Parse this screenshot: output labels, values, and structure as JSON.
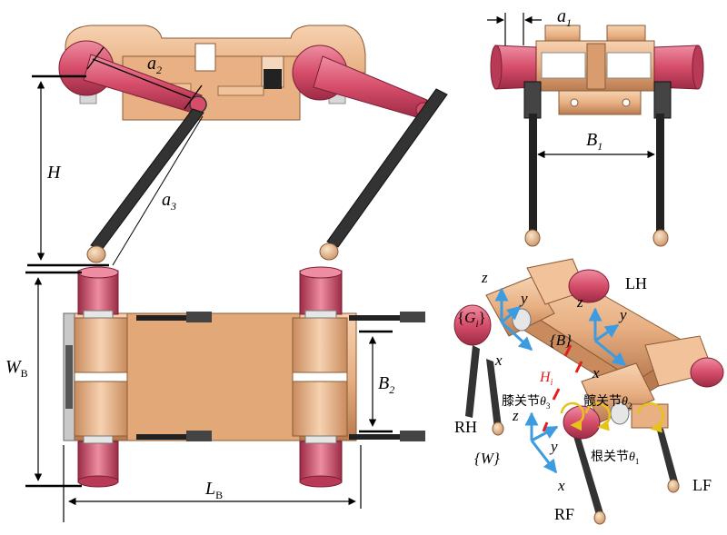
{
  "colors": {
    "body": "#e8b083",
    "body_dark": "#b97a50",
    "body_light": "#f6d2b1",
    "pink": "#d64d6a",
    "pink_dark": "#9c2b45",
    "pink_light": "#ee8da1",
    "leg": "#333333",
    "foot": "#f0c99a",
    "axis_blue": "#3d9be0",
    "red_mark": "#e02020",
    "rot_yellow": "#e6c21a"
  },
  "side_view": {
    "a2": {
      "sym": "a",
      "sub": "2"
    },
    "a3": {
      "sym": "a",
      "sub": "3"
    },
    "H": "H"
  },
  "front_view": {
    "a1": {
      "sym": "a",
      "sub": "1"
    },
    "B1": {
      "sym": "B",
      "sub": "1"
    }
  },
  "top_view": {
    "WB": {
      "sym": "W",
      "sub": "B"
    },
    "B2": {
      "sym": "B",
      "sub": "2"
    },
    "LB": {
      "sym": "L",
      "sub": "B"
    }
  },
  "iso_view": {
    "LH": "LH",
    "RH": "RH",
    "RF": "RF",
    "LF": "LF",
    "frame_G": {
      "sym": "G",
      "sub": "i",
      "open": "{",
      "close": "}"
    },
    "frame_B": "{B}",
    "frame_W": "{W}",
    "H_i": {
      "sym": "H",
      "sub": "i"
    },
    "knee": {
      "text": "膝关节",
      "sym": "θ",
      "sub": "3"
    },
    "hip": {
      "text": "髋关节",
      "sym": "θ",
      "sub": "2"
    },
    "root": {
      "text": "根关节",
      "sym": "θ",
      "sub": "1"
    },
    "axes": {
      "x": "x",
      "y": "y",
      "z": "z"
    }
  }
}
